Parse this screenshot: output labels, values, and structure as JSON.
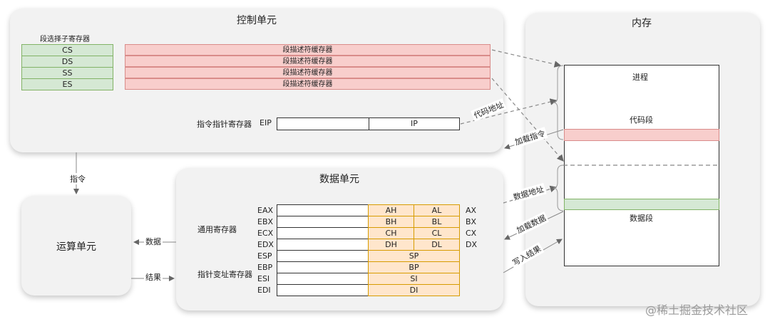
{
  "control_unit": {
    "title": "控制单元",
    "segment_selector_title": "段选择子寄存器",
    "segment_registers": [
      "CS",
      "DS",
      "SS",
      "ES"
    ],
    "descriptor_cache_label": "段描述符缓存器",
    "ip_label": "指令指针寄存器",
    "eip": "EIP",
    "ip": "IP"
  },
  "data_unit": {
    "title": "数据单元",
    "general_label": "通用寄存器",
    "pointer_label": "指针变址寄存器",
    "general_registers": [
      {
        "name": "EAX",
        "high": "AH",
        "low": "AL",
        "x": "AX"
      },
      {
        "name": "EBX",
        "high": "BH",
        "low": "BL",
        "x": "BX"
      },
      {
        "name": "ECX",
        "high": "CH",
        "low": "CL",
        "x": "CX"
      },
      {
        "name": "EDX",
        "high": "DH",
        "low": "DL",
        "x": "DX"
      }
    ],
    "pointer_registers": [
      {
        "name": "ESP",
        "low": "SP"
      },
      {
        "name": "EBP",
        "low": "BP"
      },
      {
        "name": "ESI",
        "low": "SI"
      },
      {
        "name": "EDI",
        "low": "DI"
      }
    ]
  },
  "alu": {
    "title": "运算单元"
  },
  "memory": {
    "title": "内存",
    "process": "进程",
    "code_segment": "代码段",
    "data_segment": "数据段"
  },
  "edges": {
    "instruction": "指令",
    "data": "数据",
    "result": "结果",
    "code_address": "代码地址",
    "load_instruction": "加载指令",
    "data_address": "数据地址",
    "load_data": "加载数据",
    "write_result": "写入结果"
  },
  "watermark": "@稀土掘金技术社区"
}
